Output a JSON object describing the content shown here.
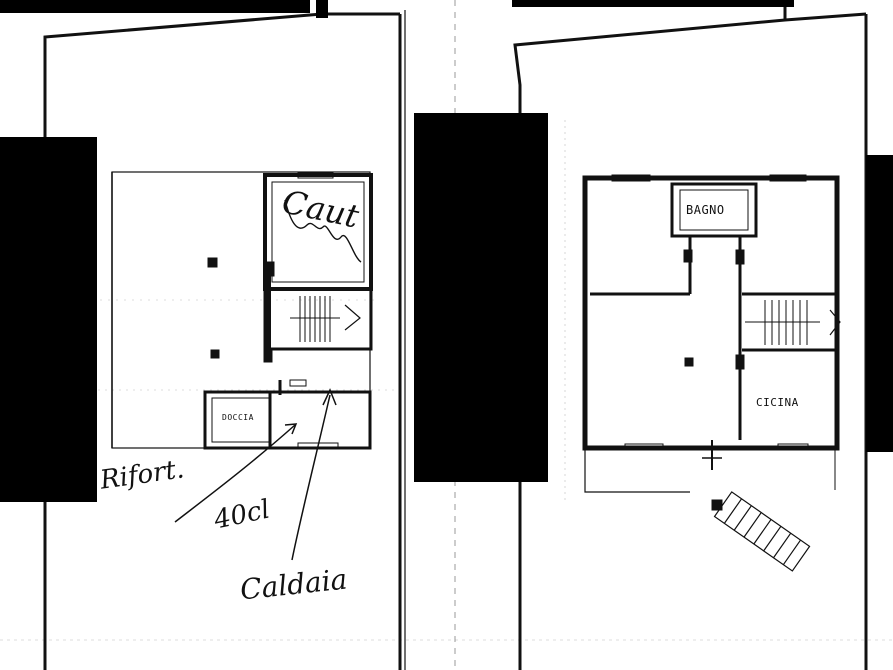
{
  "labels": {
    "bagno": "BAGNO",
    "cucina": "CICINA",
    "doccia": "DOCCIA"
  },
  "handwritten": {
    "note_1": "Caut",
    "note_2": "Rifort.",
    "note_3": "40cl",
    "note_4": "Caldaia"
  }
}
